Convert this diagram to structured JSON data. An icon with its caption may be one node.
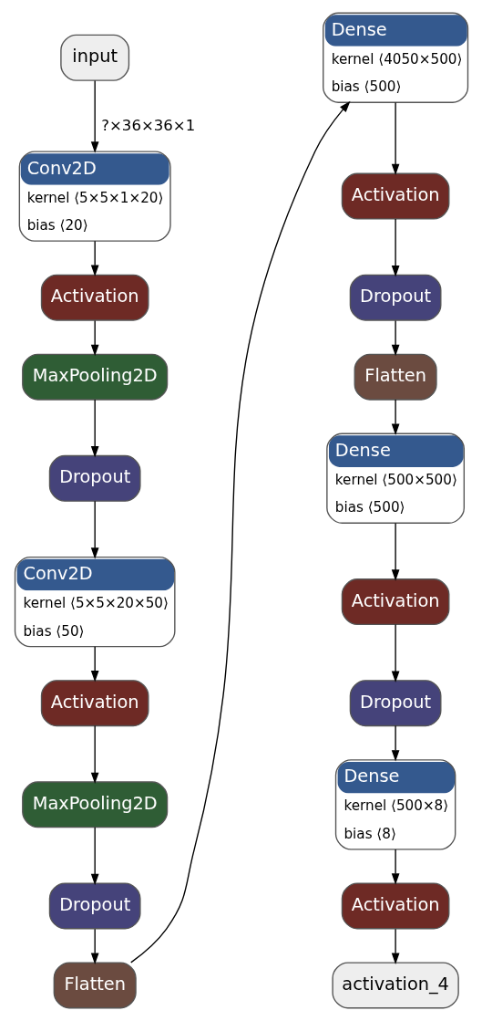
{
  "diagram": {
    "nodes": [
      {
        "text": [
          "input"
        ]
      },
      {
        "text": [
          "Conv2D",
          "kernel ⟨5×5×1×20⟩",
          "bias ⟨20⟩"
        ]
      },
      {
        "text": [
          "Activation"
        ]
      },
      {
        "text": [
          "MaxPooling2D"
        ]
      },
      {
        "text": [
          "Dropout"
        ]
      },
      {
        "text": [
          "Conv2D",
          "kernel ⟨5×5×20×50⟩",
          "bias ⟨50⟩"
        ]
      },
      {
        "text": [
          "Activation"
        ]
      },
      {
        "text": [
          "MaxPooling2D"
        ]
      },
      {
        "text": [
          "Dropout"
        ]
      },
      {
        "text": [
          "Flatten"
        ]
      },
      {
        "text": [
          "Dense",
          "kernel ⟨4050×500⟩",
          "bias ⟨500⟩"
        ]
      },
      {
        "text": [
          "Activation"
        ]
      },
      {
        "text": [
          "Dropout"
        ]
      },
      {
        "text": [
          "Flatten"
        ]
      },
      {
        "text": [
          "Dense",
          "kernel ⟨500×500⟩",
          "bias ⟨500⟩"
        ]
      },
      {
        "text": [
          "Activation"
        ]
      },
      {
        "text": [
          "Dropout"
        ]
      },
      {
        "text": [
          "Dense",
          "kernel ⟨500×8⟩",
          "bias ⟨8⟩"
        ]
      },
      {
        "text": [
          "Activation"
        ]
      },
      {
        "text": [
          "activation_4"
        ]
      }
    ],
    "edges": [
      {
        "from": 0,
        "to": 1,
        "arrow": "to",
        "label": "?×36×36×1"
      },
      {
        "from": 1,
        "to": 2,
        "arrow": "to"
      },
      {
        "from": 2,
        "to": 3,
        "arrow": "to"
      },
      {
        "from": 3,
        "to": 4,
        "arrow": "to"
      },
      {
        "from": 4,
        "to": 5,
        "arrow": "to"
      },
      {
        "from": 5,
        "to": 6,
        "arrow": "to"
      },
      {
        "from": 6,
        "to": 7,
        "arrow": "to"
      },
      {
        "from": 7,
        "to": 8,
        "arrow": "to"
      },
      {
        "from": 8,
        "to": 9,
        "arrow": "to"
      },
      {
        "from": 9,
        "to": 10,
        "arrow": "to"
      },
      {
        "from": 10,
        "to": 11,
        "arrow": "to"
      },
      {
        "from": 11,
        "to": 12,
        "arrow": "to"
      },
      {
        "from": 12,
        "to": 13,
        "arrow": "to"
      },
      {
        "from": 13,
        "to": 14,
        "arrow": "to"
      },
      {
        "from": 14,
        "to": 15,
        "arrow": "to"
      },
      {
        "from": 15,
        "to": 16,
        "arrow": "to"
      },
      {
        "from": 16,
        "to": 17,
        "arrow": "to"
      },
      {
        "from": 17,
        "to": 18,
        "arrow": "to"
      },
      {
        "from": 18,
        "to": 19,
        "arrow": "to"
      }
    ]
  }
}
